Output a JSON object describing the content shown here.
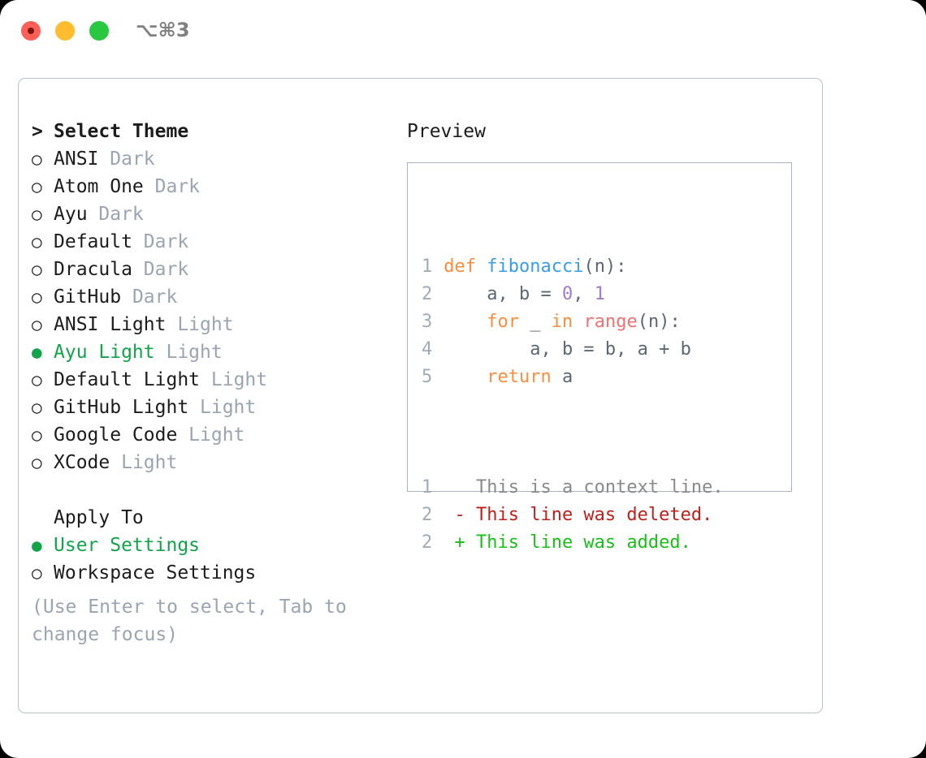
{
  "window": {
    "traffic_lights": [
      "close-red",
      "minimize-yellow",
      "maximize-green"
    ],
    "shortcut": "⌥⌘3"
  },
  "theme_list": {
    "header_marker": ">",
    "header_label": "Select Theme",
    "unselected_marker": "○",
    "selected_marker": "●",
    "items": [
      {
        "label": "ANSI",
        "tag": "Dark",
        "selected": false
      },
      {
        "label": "Atom One",
        "tag": "Dark",
        "selected": false
      },
      {
        "label": "Ayu",
        "tag": "Dark",
        "selected": false
      },
      {
        "label": "Default",
        "tag": "Dark",
        "selected": false
      },
      {
        "label": "Dracula",
        "tag": "Dark",
        "selected": false
      },
      {
        "label": "GitHub",
        "tag": "Dark",
        "selected": false
      },
      {
        "label": "ANSI Light",
        "tag": "Light",
        "selected": false
      },
      {
        "label": "Ayu Light",
        "tag": "Light",
        "selected": true
      },
      {
        "label": "Default Light",
        "tag": "Light",
        "selected": false
      },
      {
        "label": "GitHub Light",
        "tag": "Light",
        "selected": false
      },
      {
        "label": "Google Code",
        "tag": "Light",
        "selected": false
      },
      {
        "label": "XCode",
        "tag": "Light",
        "selected": false
      }
    ]
  },
  "apply_to": {
    "header_label": "Apply To",
    "items": [
      {
        "label": "User Settings",
        "marker": "●",
        "selected": true
      },
      {
        "label": "Workspace Settings",
        "marker": "○",
        "selected": false
      }
    ]
  },
  "hint": "(Use Enter to select, Tab to change focus)",
  "preview": {
    "title": "Preview",
    "code_lines": [
      {
        "n": "1",
        "tokens": [
          {
            "t": "def ",
            "c": "kw"
          },
          {
            "t": "fibonacci",
            "c": "fn"
          },
          {
            "t": "(n):",
            "c": "pl"
          }
        ]
      },
      {
        "n": "2",
        "tokens": [
          {
            "t": "    a, b = ",
            "c": "pl"
          },
          {
            "t": "0",
            "c": "num"
          },
          {
            "t": ", ",
            "c": "pl"
          },
          {
            "t": "1",
            "c": "num"
          }
        ]
      },
      {
        "n": "3",
        "tokens": [
          {
            "t": "    ",
            "c": "pl"
          },
          {
            "t": "for",
            "c": "kw"
          },
          {
            "t": " _ ",
            "c": "pl"
          },
          {
            "t": "in",
            "c": "kw"
          },
          {
            "t": " ",
            "c": "pl"
          },
          {
            "t": "range",
            "c": "call"
          },
          {
            "t": "(n):",
            "c": "pl"
          }
        ]
      },
      {
        "n": "4",
        "tokens": [
          {
            "t": "        a, b = b, a + b",
            "c": "pl"
          }
        ]
      },
      {
        "n": "5",
        "tokens": [
          {
            "t": "    ",
            "c": "pl"
          },
          {
            "t": "return",
            "c": "kw"
          },
          {
            "t": " a",
            "c": "pl"
          }
        ]
      }
    ],
    "diff_lines": [
      {
        "n": "1",
        "sign": " ",
        "text": "This is a context line.",
        "kind": "ctx"
      },
      {
        "n": "2",
        "sign": "-",
        "text": "This line was deleted.",
        "kind": "del"
      },
      {
        "n": "2",
        "sign": "+",
        "text": "This line was added.",
        "kind": "add"
      }
    ]
  },
  "colors": {
    "selected_green": "#12a44a",
    "tag_gray": "#9aa5b1",
    "keyword_orange": "#fa8d3e",
    "function_blue": "#399ee6",
    "number_purple": "#a37acc",
    "call_red": "#f07171",
    "diff_deleted": "#c0201a",
    "diff_added": "#18c018",
    "panel_border": "#b9c2cd"
  }
}
